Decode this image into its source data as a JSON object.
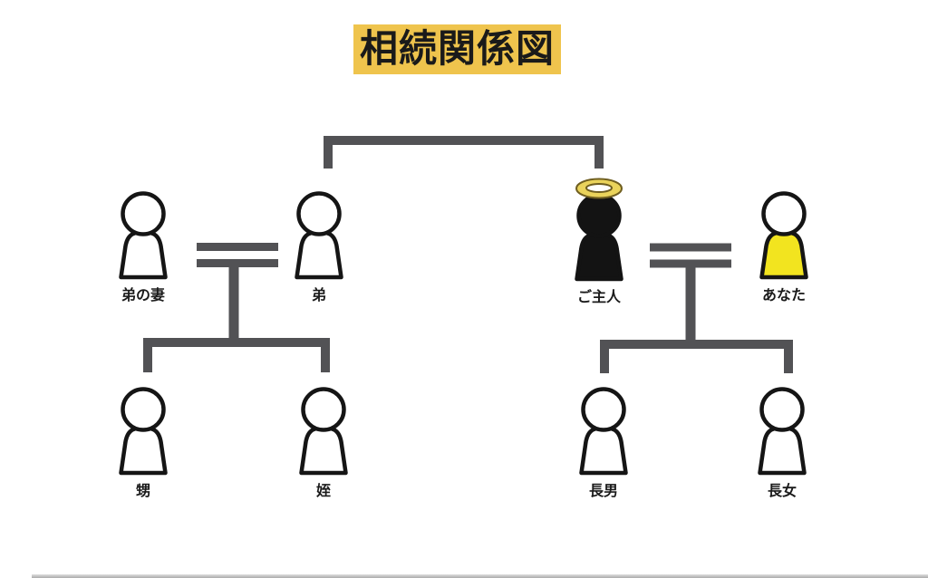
{
  "title": {
    "text": "相続関係図",
    "highlight_color": "#EFC44D"
  },
  "diagram": {
    "line_color": "#525255",
    "persons": [
      {
        "id": "brothers-wife",
        "label": "弟の妻",
        "fill": "#FFFFFF",
        "deceased": false
      },
      {
        "id": "brother",
        "label": "弟",
        "fill": "#FFFFFF",
        "deceased": false
      },
      {
        "id": "husband",
        "label": "ご主人",
        "fill": "#131313",
        "deceased": true,
        "halo_color": "#EAD35B"
      },
      {
        "id": "you",
        "label": "あなた",
        "fill": "#F2E41F",
        "deceased": false
      },
      {
        "id": "nephew",
        "label": "甥",
        "fill": "#FFFFFF",
        "deceased": false
      },
      {
        "id": "niece",
        "label": "姪",
        "fill": "#FFFFFF",
        "deceased": false
      },
      {
        "id": "eldest-son",
        "label": "長男",
        "fill": "#FFFFFF",
        "deceased": false
      },
      {
        "id": "eldest-daughter",
        "label": "長女",
        "fill": "#FFFFFF",
        "deceased": false
      }
    ],
    "relationships": [
      {
        "type": "marriage",
        "between": [
          "弟の妻",
          "弟"
        ],
        "children": [
          "甥",
          "姪"
        ]
      },
      {
        "type": "marriage",
        "between": [
          "ご主人",
          "あなた"
        ],
        "children": [
          "長男",
          "長女"
        ]
      },
      {
        "type": "siblings",
        "between": [
          "弟",
          "ご主人"
        ]
      },
      {
        "type": "deceased-marker",
        "person": "ご主人",
        "marker": "halo"
      }
    ]
  }
}
